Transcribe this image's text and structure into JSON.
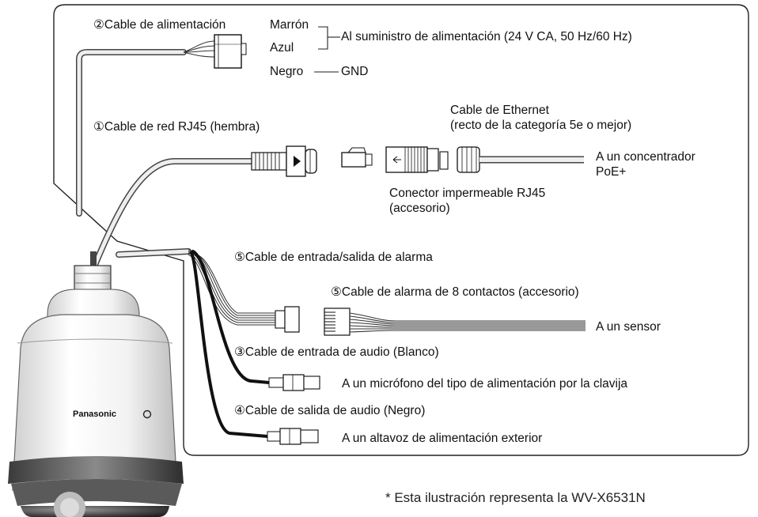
{
  "power_cable": {
    "title": "②Cable de alimentación",
    "wires": {
      "brown": "Marrón",
      "blue": "Azul",
      "black": "Negro"
    },
    "supply": "Al suministro de alimentación (24 V CA, 50 Hz/60 Hz)",
    "ground": "GND"
  },
  "network_cable": {
    "title": "①Cable de red RJ45 (hembra)",
    "ethernet_line1": "Cable de Ethernet",
    "ethernet_line2": "(recto de la categoría 5e o mejor)",
    "hub_line1": "A un concentrador",
    "hub_line2": "PoE+",
    "connector_line1": "Conector impermeable RJ45",
    "connector_line2": "(accesorio)"
  },
  "alarm": {
    "io_cable": "⑤Cable de entrada/salida de alarma",
    "accessory_cable": "⑤Cable de alarma de 8 contactos (accesorio)",
    "sensor": "A un sensor"
  },
  "audio_in": {
    "title": "③Cable de entrada de audio (Blanco)",
    "target": "A un micrófono del tipo de alimentación por la clavija"
  },
  "audio_out": {
    "title": "④Cable de salida de audio (Negro)",
    "target": "A un altavoz de alimentación exterior"
  },
  "camera": {
    "brand": "Panasonic"
  },
  "footnote": "* Esta ilustración representa la WV-X6531N"
}
